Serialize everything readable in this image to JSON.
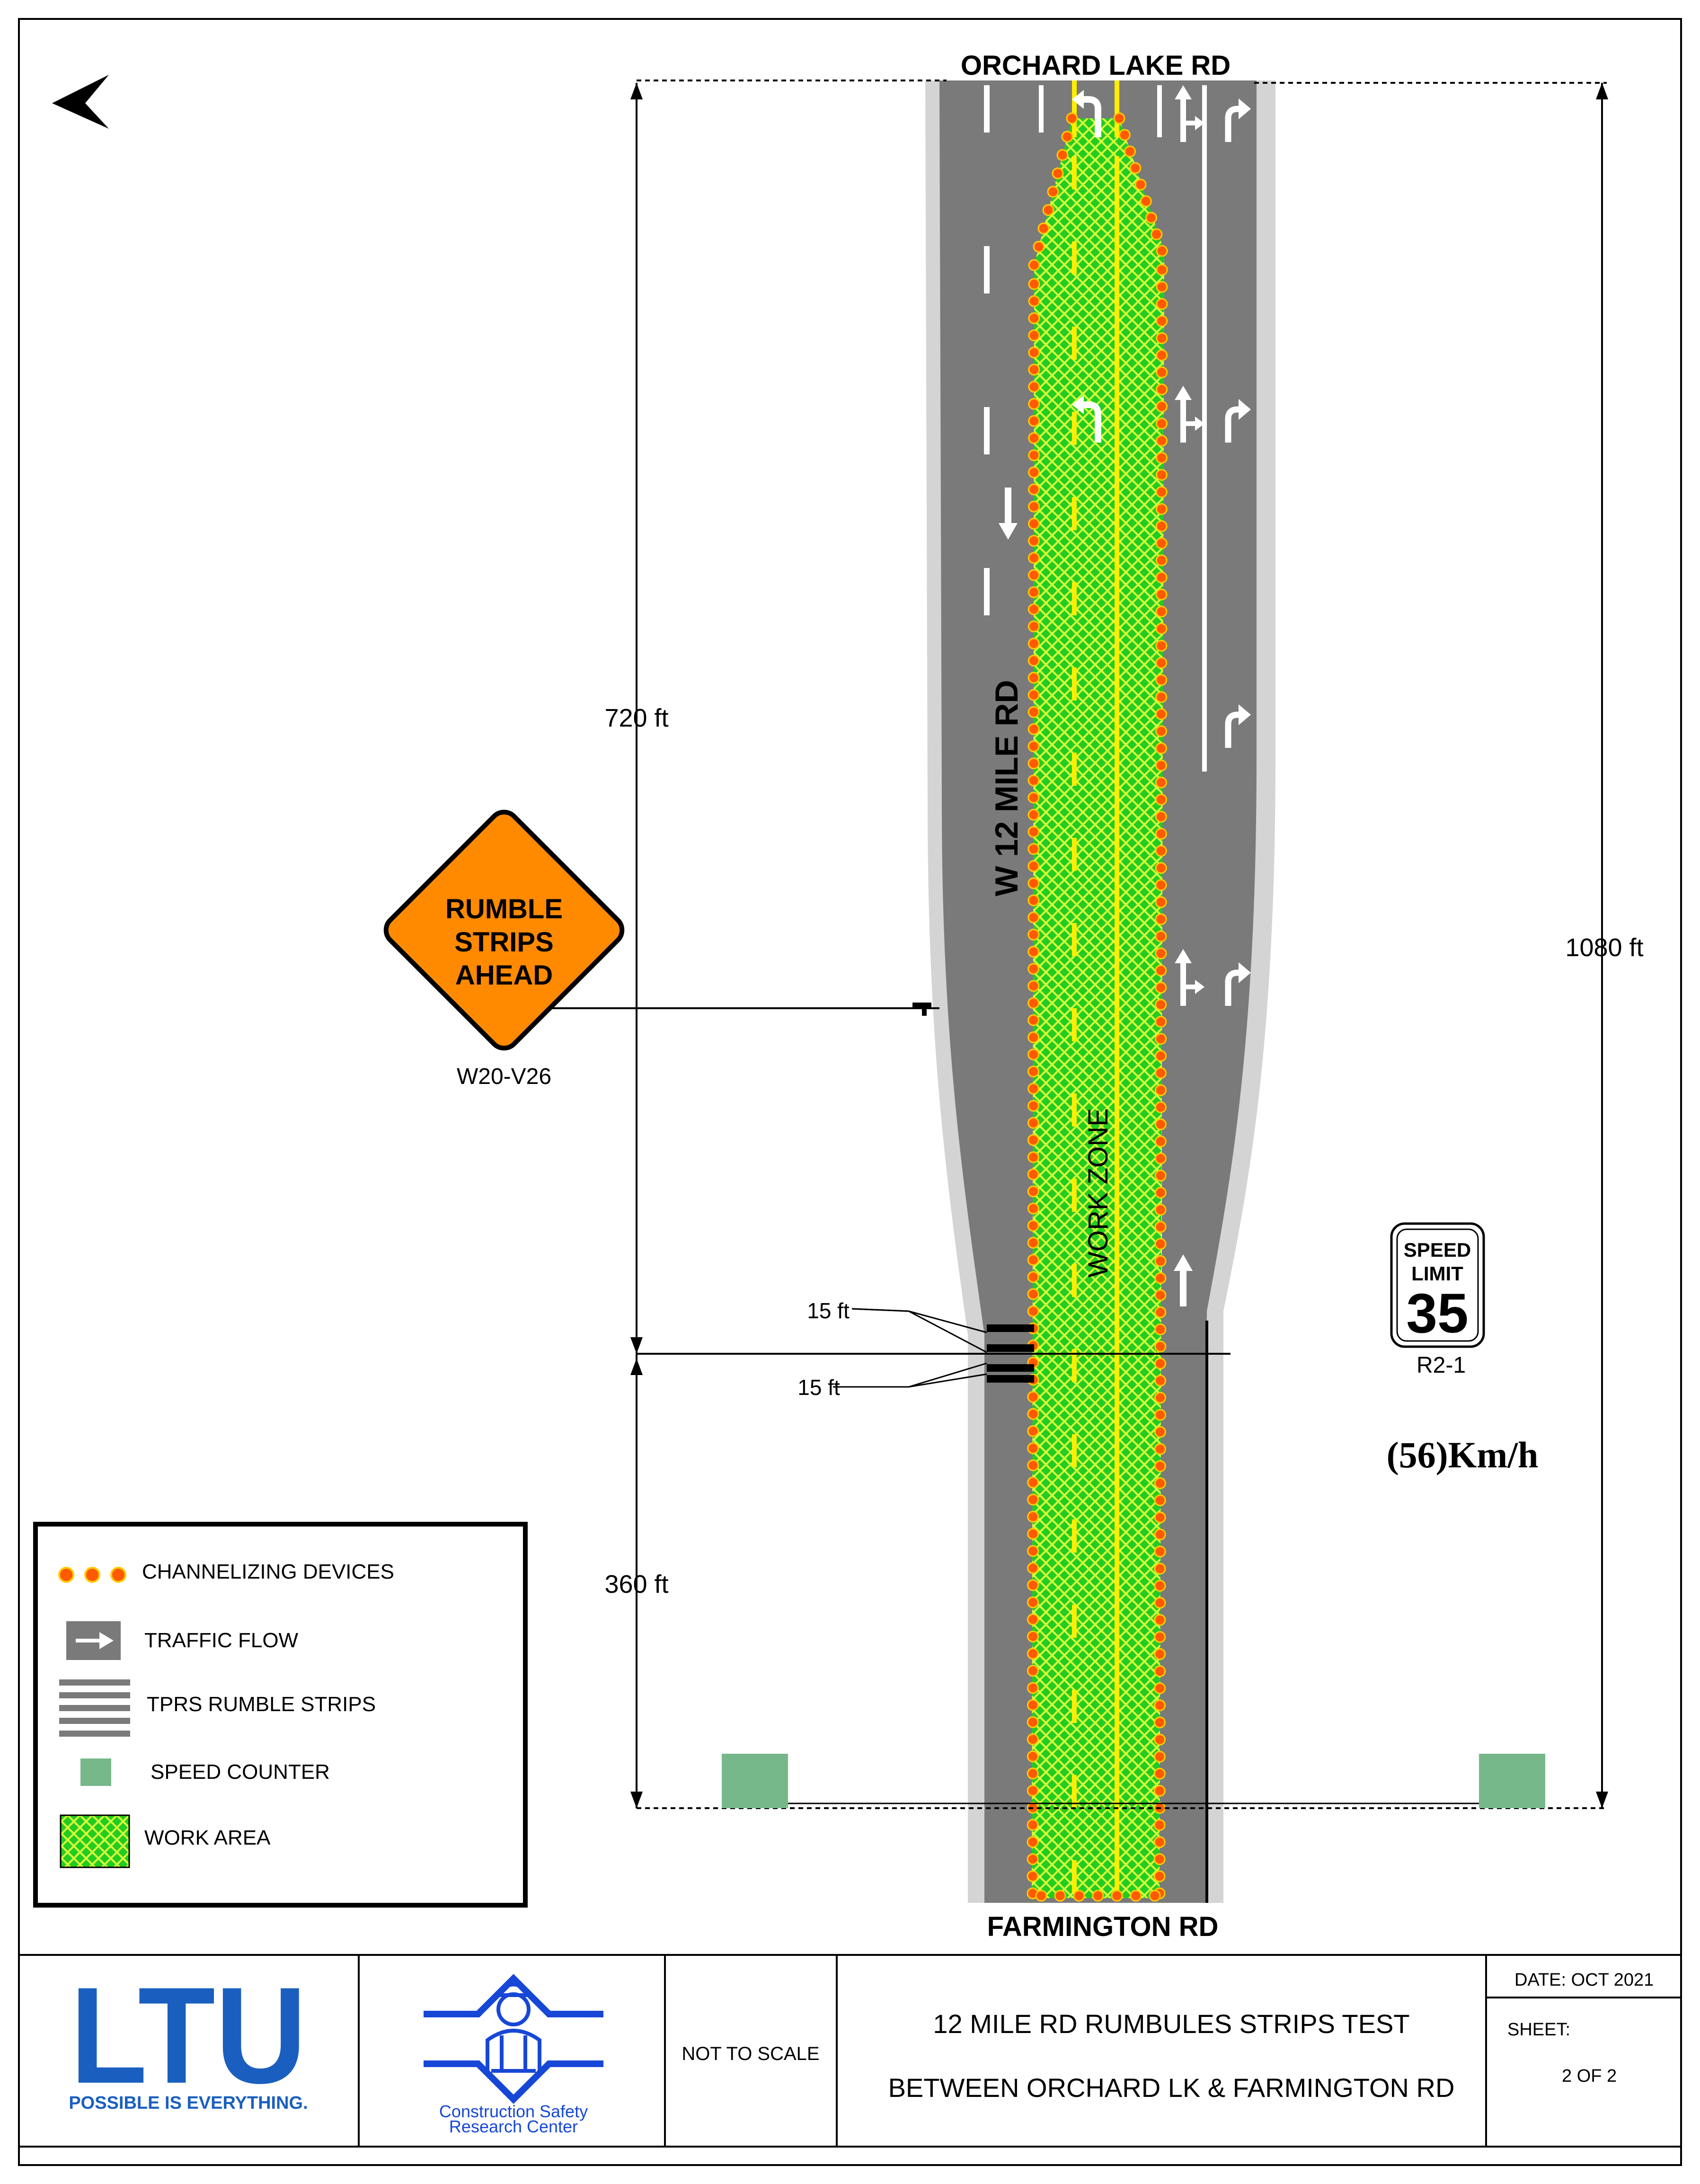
{
  "roads": {
    "north": "ORCHARD LAKE RD",
    "south": "FARMINGTON RD",
    "main": "W 12 MILE RD",
    "zone": "WORK ZONE"
  },
  "dimensions": {
    "upper": "720 ft",
    "lower": "360 ft",
    "total": "1080 ft",
    "strip_gap_top": "15 ft",
    "strip_gap_bottom": "15 ft"
  },
  "signs": {
    "rumble": {
      "lines": [
        "RUMBLE",
        "STRIPS",
        "AHEAD"
      ],
      "code": "W20-V26",
      "color": "#ff8a00"
    },
    "speed": {
      "line1": "SPEED",
      "line2": "LIMIT",
      "value": "35",
      "code": "R2-1",
      "metric": "(56)Km/h"
    }
  },
  "legend": {
    "items": [
      {
        "icon": "channelizing-devices-icon",
        "label": "CHANNELIZING DEVICES"
      },
      {
        "icon": "traffic-flow-icon",
        "label": "TRAFFIC FLOW"
      },
      {
        "icon": "rumble-strips-icon",
        "label": "TPRS RUMBLE STRIPS"
      },
      {
        "icon": "speed-counter-icon",
        "label": "SPEED COUNTER"
      },
      {
        "icon": "work-area-icon",
        "label": "WORK AREA"
      }
    ]
  },
  "title_block": {
    "logo_text": "LTU",
    "logo_tagline": "POSSIBLE IS EVERYTHING.",
    "center_line1": "Construction Safety",
    "center_line2": "Research Center",
    "scale": "NOT TO SCALE",
    "title_line1": "12 MILE RD RUMBULES STRIPS TEST",
    "title_line2": "BETWEEN ORCHARD LK & FARMINGTON RD",
    "date": "DATE:  OCT 2021",
    "sheet_label": "SHEET:",
    "sheet_value": "2 OF 2"
  },
  "colors": {
    "road": "#7a7a7a",
    "shoulder": "#d4d4d4",
    "work_area": "#22cc22",
    "cone": "#ff5a00",
    "center_line": "#ffee00",
    "counter": "#76b88a",
    "ltu_blue": "#1a5fbf",
    "cscr_blue": "#1747d6"
  }
}
